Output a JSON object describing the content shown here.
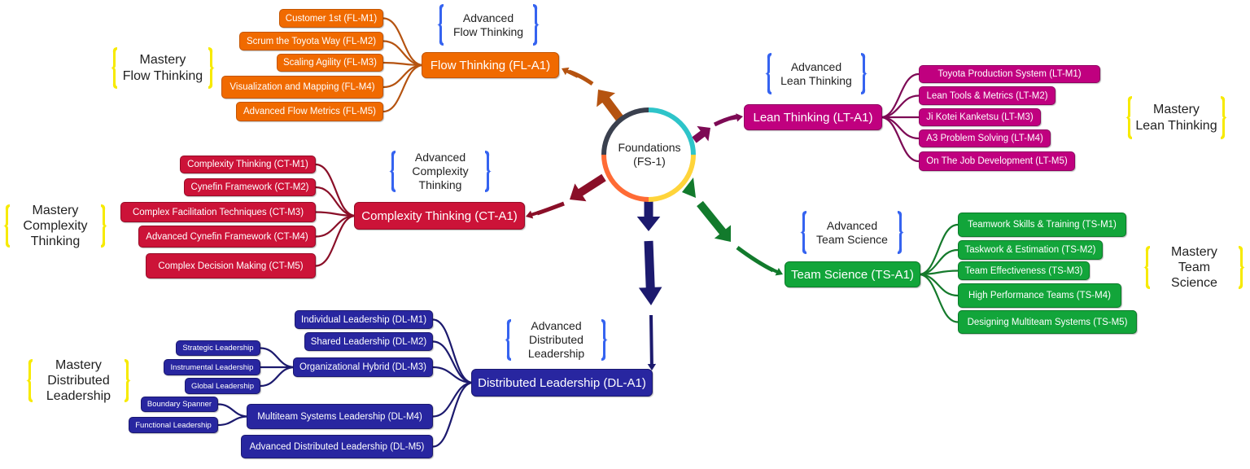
{
  "center": {
    "line1": "Foundations",
    "line2": "(FS-1)",
    "ring_colors": [
      "#3a404e",
      "#2ec4c9",
      "#ffd43a",
      "#ff6b35"
    ]
  },
  "branches": [
    {
      "id": "flow",
      "color": "#f06a00",
      "border": "#c45500",
      "link_color": "#b55310",
      "arrow_color": "#b55310",
      "main": "Flow Thinking (FL-A1)",
      "advanced": [
        "Advanced",
        "Flow Thinking"
      ],
      "mastery": [
        "Mastery",
        "Flow Thinking"
      ],
      "modules": [
        {
          "label": "Customer 1st (FL-M1)"
        },
        {
          "label": "Scrum the Toyota Way (FL-M2)"
        },
        {
          "label": "Scaling Agility (FL-M3)"
        },
        {
          "label": "Visualization and Mapping (FL-M4)"
        },
        {
          "label": "Advanced Flow Metrics (FL-M5)"
        }
      ]
    },
    {
      "id": "lean",
      "color": "#c0007f",
      "border": "#8f0060",
      "link_color": "#7d0a55",
      "arrow_color": "#7d0a55",
      "main": "Lean Thinking (LT-A1)",
      "advanced": [
        "Advanced",
        "Lean Thinking"
      ],
      "mastery": [
        "Mastery",
        "Lean Thinking"
      ],
      "modules": [
        {
          "label": "Toyota Production System (LT-M1)"
        },
        {
          "label": "Lean Tools & Metrics (LT-M2)"
        },
        {
          "label": "Ji Kotei Kanketsu (LT-M3)"
        },
        {
          "label": "A3 Problem Solving (LT-M4)"
        },
        {
          "label": "On The Job Development (LT-M5)"
        }
      ]
    },
    {
      "id": "complexity",
      "color": "#cc1338",
      "border": "#950c27",
      "link_color": "#8a0f28",
      "arrow_color": "#8a0f28",
      "main": "Complexity Thinking (CT-A1)",
      "advanced": [
        "Advanced",
        "Complexity",
        "Thinking"
      ],
      "mastery": [
        "Mastery",
        "Complexity",
        "Thinking"
      ],
      "modules": [
        {
          "label": "Complexity Thinking (CT-M1)"
        },
        {
          "label": "Cynefin Framework (CT-M2)"
        },
        {
          "label": "Complex Facilitation Techniques (CT-M3)"
        },
        {
          "label": "Advanced Cynefin Framework (CT-M4)"
        },
        {
          "label": "Complex Decision Making (CT-M5)"
        }
      ]
    },
    {
      "id": "team",
      "color": "#12a53a",
      "border": "#0b7a29",
      "link_color": "#157a2c",
      "arrow_color": "#127a2c",
      "main": "Team Science (TS-A1)",
      "advanced": [
        "Advanced",
        "Team Science"
      ],
      "mastery": [
        "Mastery",
        "Team",
        "Science"
      ],
      "modules": [
        {
          "label": "Teamwork Skills & Training (TS-M1)"
        },
        {
          "label": "Taskwork & Estimation (TS-M2)"
        },
        {
          "label": "Team Effectiveness (TS-M3)"
        },
        {
          "label": "High Performance Teams (TS-M4)"
        },
        {
          "label": "Designing Multiteam Systems (TS-M5)"
        }
      ]
    },
    {
      "id": "leadership",
      "color": "#2826a0",
      "border": "#1a1870",
      "link_color": "#1c1a6e",
      "arrow_color": "#1c1a6e",
      "main": "Distributed Leadership (DL-A1)",
      "advanced": [
        "Advanced",
        "Distributed",
        "Leadership"
      ],
      "mastery": [
        "Mastery",
        "Distributed",
        "Leadership"
      ],
      "modules": [
        {
          "label": "Individual Leadership (DL-M1)"
        },
        {
          "label": "Shared Leadership (DL-M2)"
        },
        {
          "label": "Organizational Hybrid (DL-M3)",
          "children": [
            "Strategic Leadership",
            "Instrumental Leadership",
            "Global Leadership"
          ]
        },
        {
          "label": "Multiteam Systems Leadership (DL-M4)",
          "children": [
            "Boundary Spanner",
            "Functional Leadership"
          ]
        },
        {
          "label": "Advanced Distributed Leadership (DL-M5)"
        }
      ]
    }
  ],
  "brace_colors": {
    "advanced": "#3563f0",
    "mastery": "#f7ea00"
  }
}
